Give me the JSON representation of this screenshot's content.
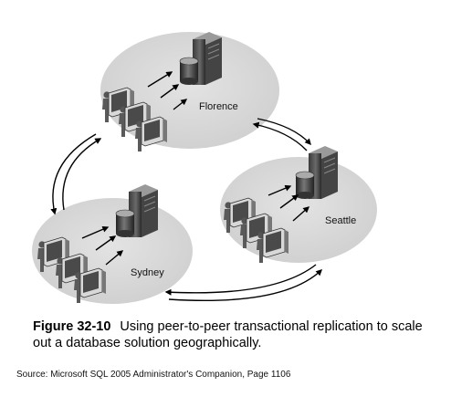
{
  "sites": [
    {
      "id": "florence",
      "label": "Florence"
    },
    {
      "id": "seattle",
      "label": "Seattle"
    },
    {
      "id": "sydney",
      "label": "Sydney"
    }
  ],
  "caption": {
    "figure_number": "Figure 32-10",
    "text": "Using peer-to-peer transactional replication to scale out a database solution geographically."
  },
  "source": "Source: Microsoft SQL 2005 Administrator's Companion, Page 1106"
}
